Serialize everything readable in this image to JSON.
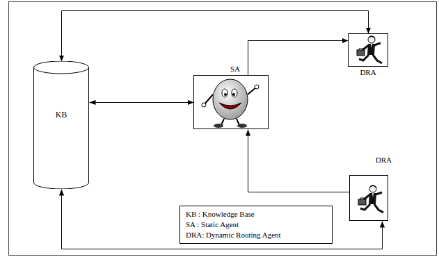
{
  "diagram": {
    "nodes": [
      {
        "text": [
          "KB"
        ]
      },
      {
        "text": [
          "SA"
        ]
      },
      {
        "text": [
          "DRA"
        ]
      },
      {
        "text": [
          "DRA"
        ]
      }
    ],
    "edges": [
      {
        "from": 0,
        "to": 2,
        "arrow": "both"
      },
      {
        "from": 1,
        "to": 2,
        "arrow": "to"
      },
      {
        "from": 0,
        "to": 1,
        "arrow": "both"
      },
      {
        "from": 3,
        "to": 1,
        "arrow": "to"
      },
      {
        "from": 0,
        "to": 3,
        "arrow": "both"
      }
    ],
    "legend": [
      {
        "text": "KB : Knowledge Base"
      },
      {
        "text": "SA : Static Agent"
      },
      {
        "text": "DRA: Dynamic Routing Agent"
      }
    ]
  }
}
